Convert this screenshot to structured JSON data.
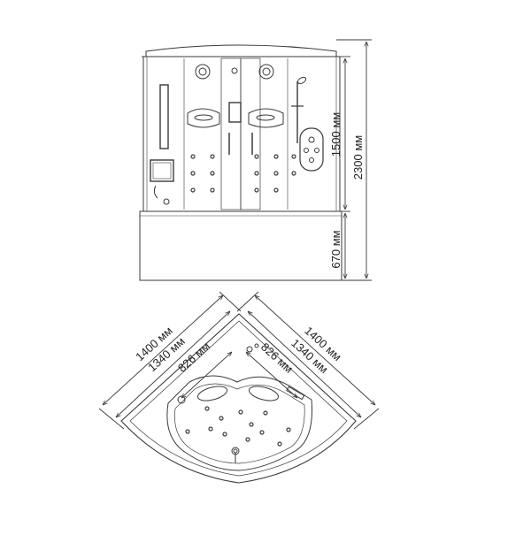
{
  "front_view": {
    "dim_upper": "1500 мм",
    "dim_total": "2300 мм",
    "dim_lower": "670 мм"
  },
  "plan_view": {
    "left_dims": [
      "1400 мм",
      "1340 мм",
      "826 мм"
    ],
    "right_dims": [
      "1400 мм",
      "1340 мм",
      "826 мм"
    ]
  },
  "colors": {
    "line": "#3a3a3a",
    "background": "#ffffff"
  }
}
